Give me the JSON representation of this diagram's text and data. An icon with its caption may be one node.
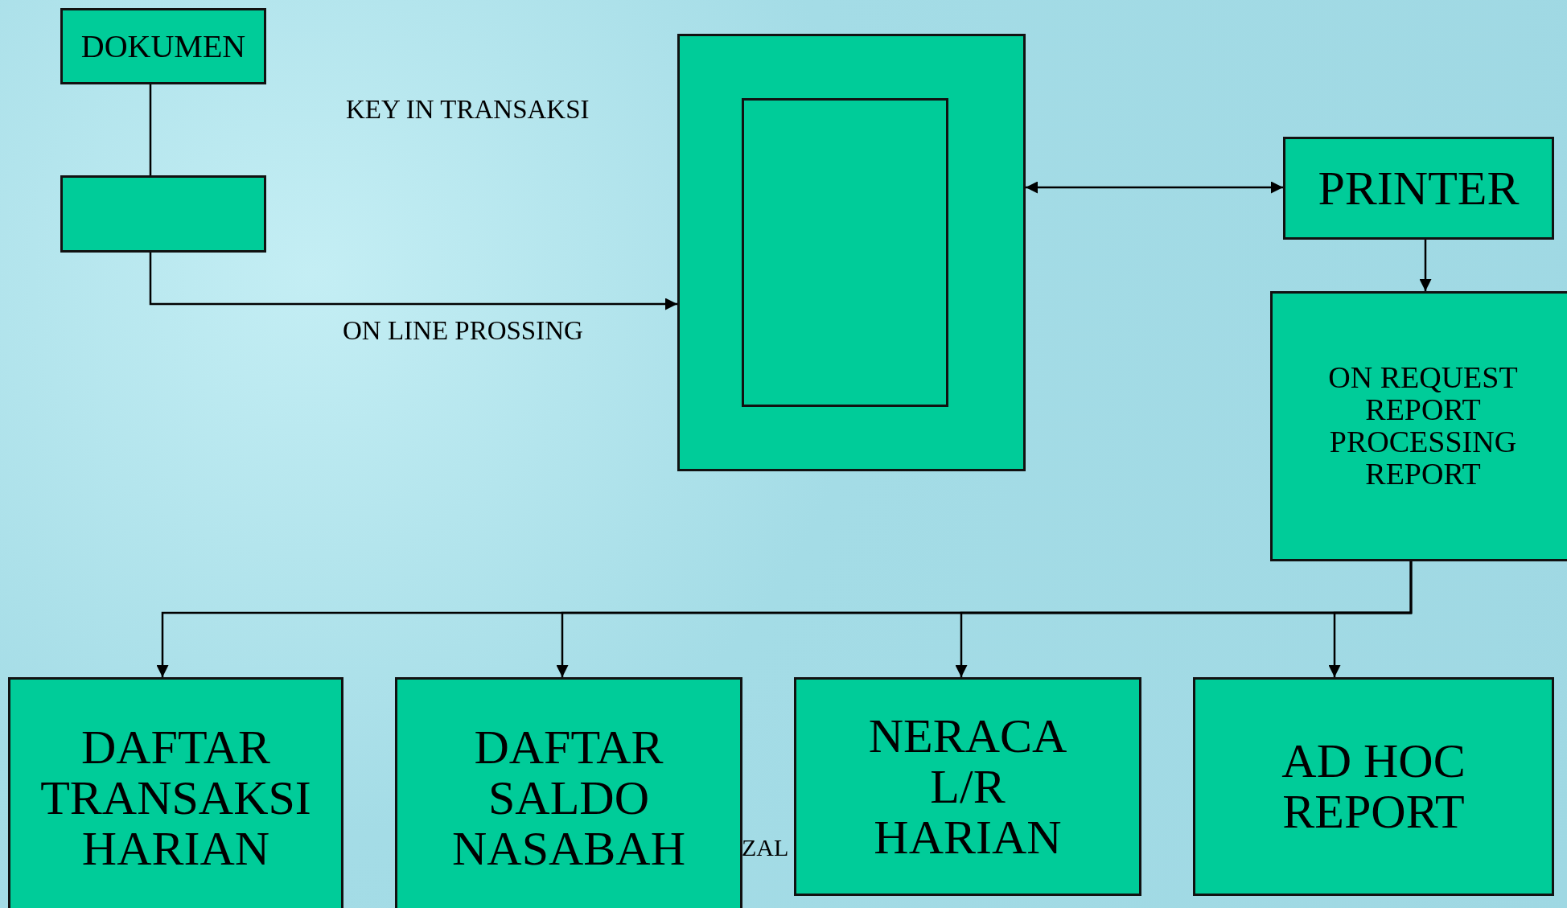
{
  "diagram": {
    "nodes": [
      {
        "text": [
          "DOKUMEN"
        ]
      },
      {
        "text": [],
        "shape": "box"
      },
      {
        "text": [],
        "shape": "box"
      },
      {
        "text": [],
        "shape": "box",
        "in": 2
      },
      {
        "text": [
          "PRINTER"
        ]
      },
      {
        "text": [
          "ON REQUEST REPORT PROCESSING REPORT"
        ]
      },
      {
        "text": [
          "DAFTAR TRANSAKSI HARIAN"
        ]
      },
      {
        "text": [
          "DAFTAR SALDO NASABAH"
        ]
      },
      {
        "text": [
          "NERACA L/R HARIAN"
        ]
      },
      {
        "text": [
          "AD HOC REPORT"
        ]
      }
    ],
    "edges": [
      {
        "from": 0,
        "to": 1,
        "arrow": "none"
      },
      {
        "from": 1,
        "to": 2,
        "arrow": "to"
      },
      {
        "from": 2,
        "to": 4,
        "arrow": "both"
      },
      {
        "from": 4,
        "to": 5,
        "arrow": "to"
      },
      {
        "from": 5,
        "to": 6,
        "arrow": "to"
      },
      {
        "from": 5,
        "to": 7,
        "arrow": "to"
      },
      {
        "from": 5,
        "to": 8,
        "arrow": "to"
      },
      {
        "from": 5,
        "to": 9,
        "arrow": "to"
      }
    ],
    "labels": [
      "KEY IN TRANSAKSI",
      "ON LINE PROSSING",
      "ZAL"
    ]
  }
}
